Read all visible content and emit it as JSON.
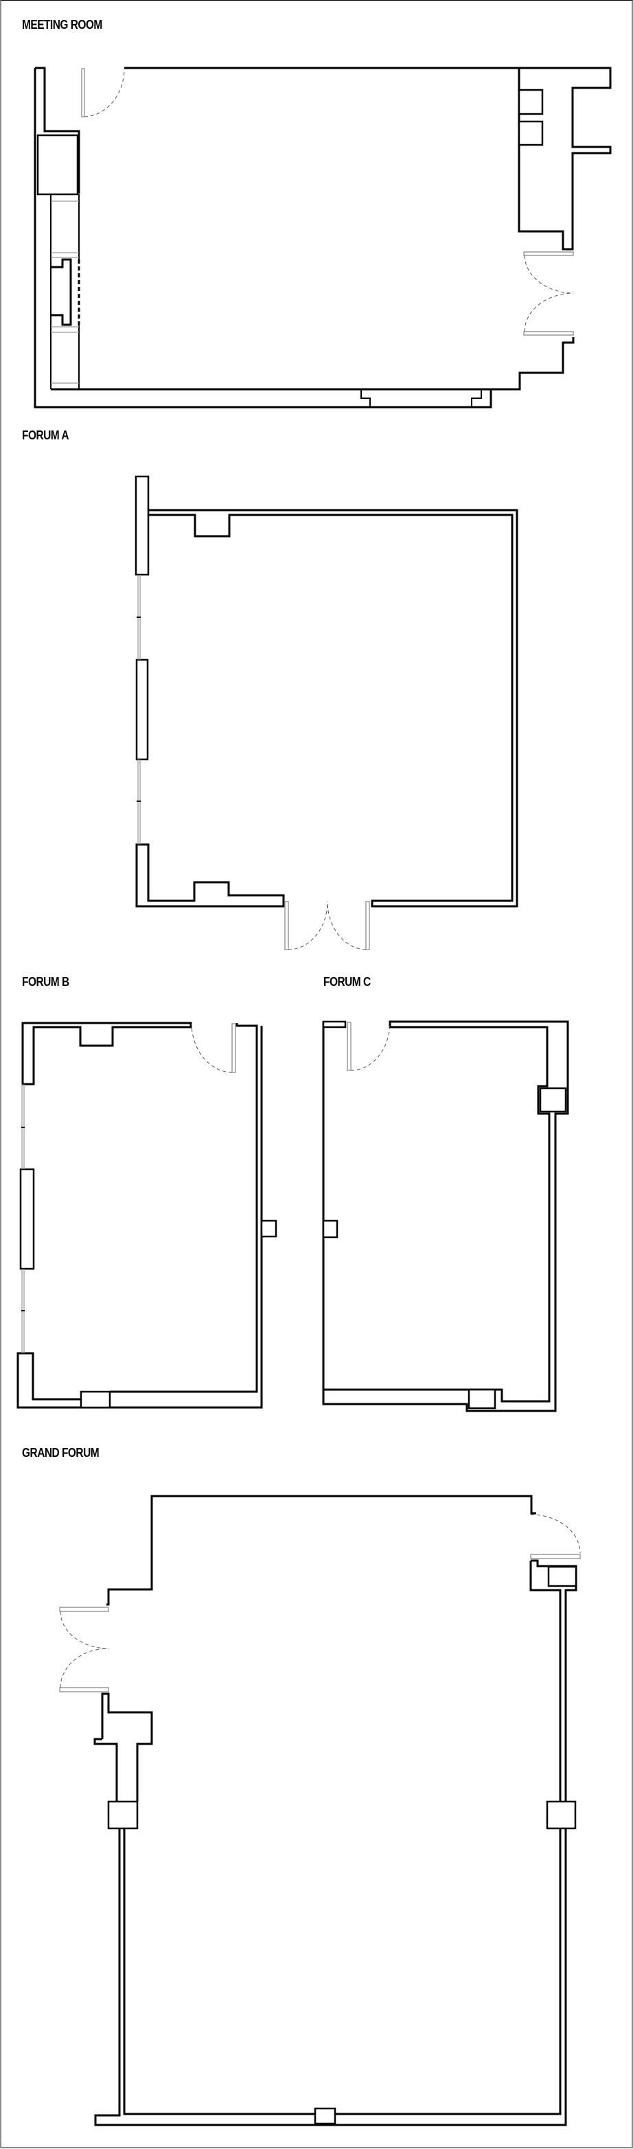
{
  "document": {
    "type": "floor-plan-sheet",
    "rooms": [
      {
        "id": "meeting-room",
        "title": "MEETING ROOM"
      },
      {
        "id": "forum-a",
        "title": "FORUM A"
      },
      {
        "id": "forum-b",
        "title": "FORUM B"
      },
      {
        "id": "forum-c",
        "title": "FORUM C"
      },
      {
        "id": "grand-forum",
        "title": "GRAND FORUM"
      }
    ]
  },
  "colors": {
    "wall": "#000000",
    "door_leaf": "#9a9a9a",
    "door_swing": "#555555",
    "background": "#ffffff",
    "page_border": "#8a8a8a"
  }
}
